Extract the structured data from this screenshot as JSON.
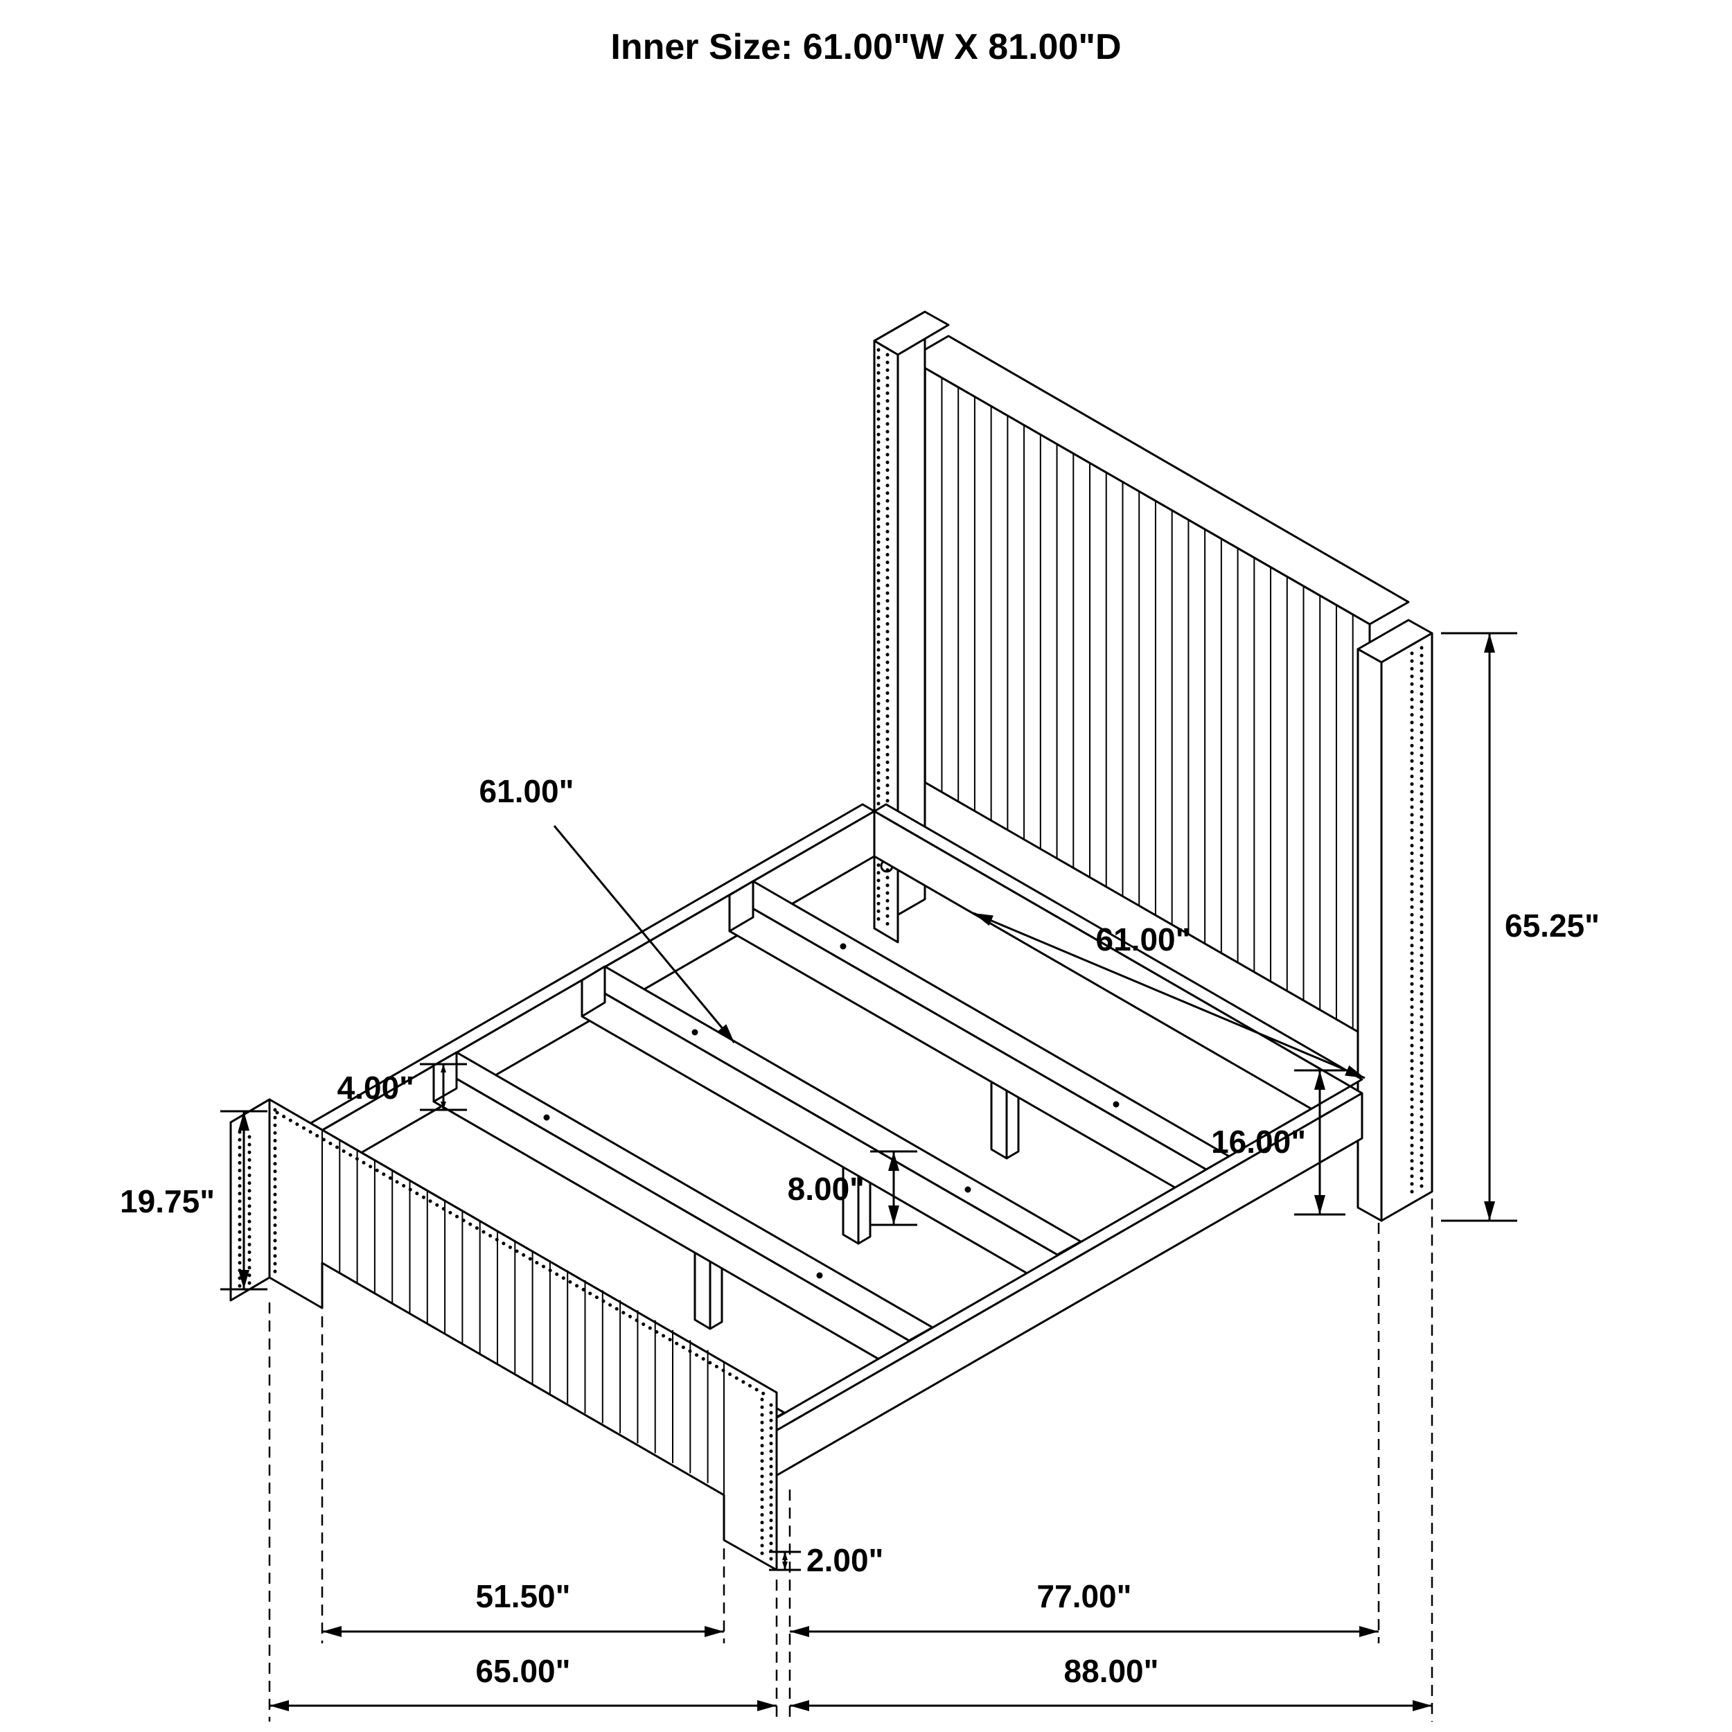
{
  "title": "Inner Size: 61.00\"W X 81.00\"D",
  "dimensions": {
    "slat_length": "61.00\"",
    "headboard_inner_width": "61.00\"",
    "headboard_height": "65.25\"",
    "rail_height": "16.00\"",
    "slat_width": "4.00\"",
    "center_support_height": "8.00\"",
    "footboard_height": "19.75\"",
    "foot_glide_height": "2.00\"",
    "footboard_inner_width": "51.50\"",
    "side_rail_length": "77.00\"",
    "footboard_outer_width": "65.00\"",
    "overall_depth": "88.00\""
  },
  "colors": {
    "line": "#000000",
    "background": "#ffffff"
  }
}
